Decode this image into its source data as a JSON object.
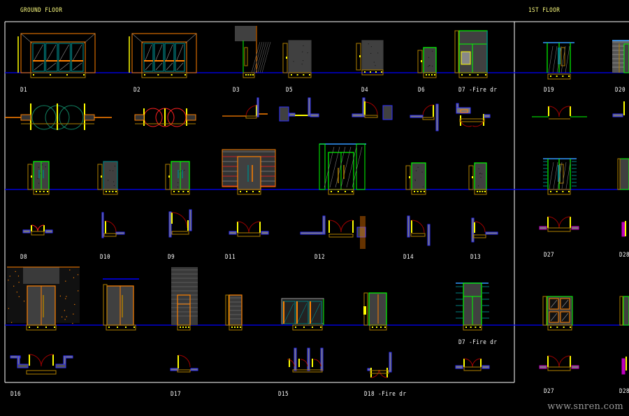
{
  "drawing": {
    "sections": [
      {
        "key": "ground",
        "title": "GROUND FLOOR"
      },
      {
        "key": "first",
        "title": "1ST FLOOR"
      }
    ],
    "colors": {
      "background": "#000000",
      "border": "#ffffff",
      "floor_line": "#0000ff",
      "frame_orange": "#ff8000",
      "frame_brown": "#b08000",
      "door_green": "#00ff00",
      "glass_teal": "#008080",
      "leaf_yellow": "#ffff00",
      "swing_red": "#a00000",
      "wall_blue": "#3030ff",
      "panel_gray": "#404040",
      "magenta": "#c000c0"
    },
    "doors": [
      {
        "id": "D1",
        "label": "D1",
        "floor": "ground",
        "type": "glass-quad"
      },
      {
        "id": "D2",
        "label": "D2",
        "floor": "ground",
        "type": "glass-quad"
      },
      {
        "id": "D3",
        "label": "D3",
        "floor": "ground",
        "type": "single-panel"
      },
      {
        "id": "D5",
        "label": "D5",
        "floor": "ground",
        "type": "single-panel"
      },
      {
        "id": "D4",
        "label": "D4",
        "floor": "ground",
        "type": "single-panel"
      },
      {
        "id": "D6",
        "label": "D6",
        "floor": "ground",
        "type": "single"
      },
      {
        "id": "D7a",
        "label": "D7 -Fire dr",
        "floor": "ground",
        "type": "fire-double"
      },
      {
        "id": "D8",
        "label": "D8",
        "floor": "ground",
        "type": "double"
      },
      {
        "id": "D10",
        "label": "D10",
        "floor": "ground",
        "type": "single"
      },
      {
        "id": "D9",
        "label": "D9",
        "floor": "ground",
        "type": "double"
      },
      {
        "id": "D11",
        "label": "D11",
        "floor": "ground",
        "type": "double-cladded"
      },
      {
        "id": "D12",
        "label": "D12",
        "floor": "ground",
        "type": "glass-double"
      },
      {
        "id": "D14",
        "label": "D14",
        "floor": "ground",
        "type": "single"
      },
      {
        "id": "D13",
        "label": "D13",
        "floor": "ground",
        "type": "single"
      },
      {
        "id": "D16",
        "label": "D16",
        "floor": "ground",
        "type": "double-cladded"
      },
      {
        "id": "D16b",
        "label": "",
        "floor": "ground",
        "type": "double"
      },
      {
        "id": "D17",
        "label": "D17",
        "floor": "ground",
        "type": "single-cladded"
      },
      {
        "id": "D17b",
        "label": "",
        "floor": "ground",
        "type": "single"
      },
      {
        "id": "D15",
        "label": "D15",
        "floor": "ground",
        "type": "glass-triple"
      },
      {
        "id": "D18",
        "label": "D18 -Fire dr",
        "floor": "ground",
        "type": "fire-single"
      },
      {
        "id": "D7b",
        "label": "D7 -Fire dr",
        "floor": "ground",
        "type": "fire-double"
      },
      {
        "id": "D19",
        "label": "D19",
        "floor": "first",
        "type": "glass-double"
      },
      {
        "id": "D20",
        "label": "D20 -",
        "floor": "first",
        "type": "single"
      },
      {
        "id": "D27a",
        "label": "D27",
        "floor": "first",
        "type": "glass-double"
      },
      {
        "id": "D28a",
        "label": "D28",
        "floor": "first",
        "type": "single"
      },
      {
        "id": "D27b",
        "label": "D27",
        "floor": "first",
        "type": "double-paneled"
      },
      {
        "id": "D28b",
        "label": "D28",
        "floor": "first",
        "type": "single"
      }
    ]
  },
  "watermark": "www.snren.com"
}
